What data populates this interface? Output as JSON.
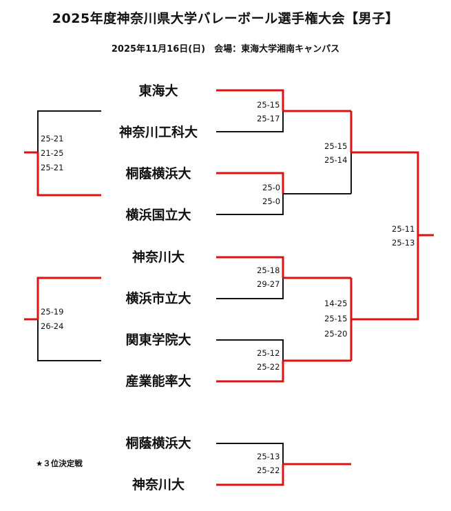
{
  "header": {
    "title": "2025年度神奈川県大学バレーボール選手権大会【男子】",
    "subtitle": "2025年11月16日(日)　会場：東海大学湘南キャンパス"
  },
  "colors": {
    "winner": "#dd1111",
    "line": "#111111"
  },
  "teams": {
    "t1": "東海大",
    "t2": "神奈川工科大",
    "t3": "桐蔭横浜大",
    "t4": "横浜国立大",
    "t5": "神奈川大",
    "t6": "横浜市立大",
    "t7": "関東学院大",
    "t8": "産業能率大",
    "p1": "桐蔭横浜大",
    "p2": "神奈川大"
  },
  "scores": {
    "r1_m1": [
      "25-15",
      "25-17"
    ],
    "r1_m2": [
      "25-0",
      "25-0"
    ],
    "r1_m3": [
      "25-18",
      "29-27"
    ],
    "r1_m4": [
      "25-12",
      "25-22"
    ],
    "semi_1": [
      "25-15",
      "25-14"
    ],
    "semi_2": [
      "14-25",
      "25-15",
      "25-20"
    ],
    "final": [
      "25-11",
      "25-13"
    ],
    "playoff_left_1": [
      "25-21",
      "21-25",
      "25-21"
    ],
    "playoff_left_2": [
      "25-19",
      "26-24"
    ],
    "third_place": [
      "25-13",
      "25-22"
    ]
  },
  "third_place_label": "★３位決定戦"
}
